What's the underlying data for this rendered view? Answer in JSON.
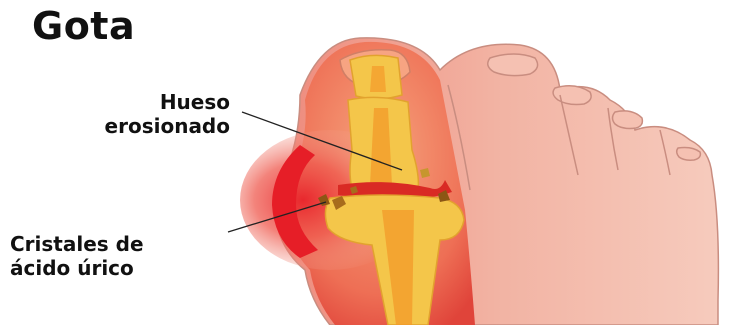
{
  "title": "Gota",
  "labels": {
    "bone": [
      "Hueso",
      "erosionado"
    ],
    "crystals": [
      "Cristales de",
      "ácido úrico"
    ]
  },
  "colors": {
    "skin": "#f3b7a6",
    "skin_outline": "#c98d80",
    "inflammation": "#e8242b",
    "bone": "#f4c64a",
    "bone_core": "#f39a2a",
    "crystals": "#d9b866"
  }
}
